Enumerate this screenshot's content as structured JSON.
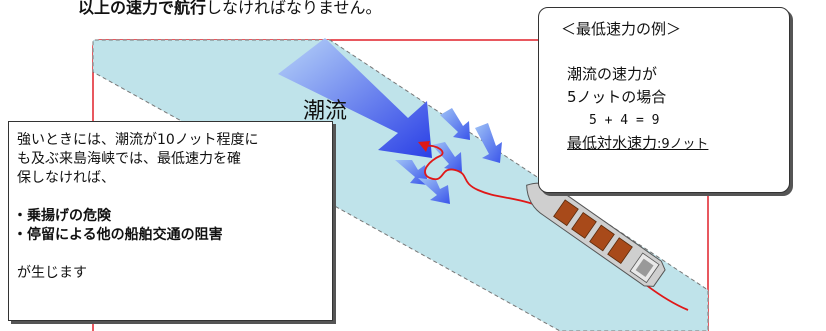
{
  "top_text": {
    "bold": "以上の速力で航行",
    "normal": "しなければなりません。"
  },
  "current_label": "潮流",
  "left_box": {
    "paragraph": "強いときには、潮流が10ノット程度に\nも及ぶ来島海峡では、最低速力を確\n保しなければ、",
    "bullets": [
      "乗揚げの危険",
      "停留による他の船舶交通の阻害"
    ],
    "closing": "が生じます"
  },
  "right_box": {
    "title": "＜最低速力の例＞",
    "line1": "潮流の速力が",
    "line2": "5ノットの場合",
    "equation": "5 + 4 = 9",
    "result_label": "最低対水速力",
    "result_value": ":9ノット"
  },
  "colors": {
    "channel": "#bfe3ea",
    "border_red": "#e0202a",
    "arrow_blue": "#3a4ee8",
    "track_red": "#e01818",
    "ship_hull": "#cfcfcf",
    "cargo": "#a84a1a"
  },
  "icons": [
    "current-arrow-icon",
    "ship-icon",
    "track-line"
  ]
}
